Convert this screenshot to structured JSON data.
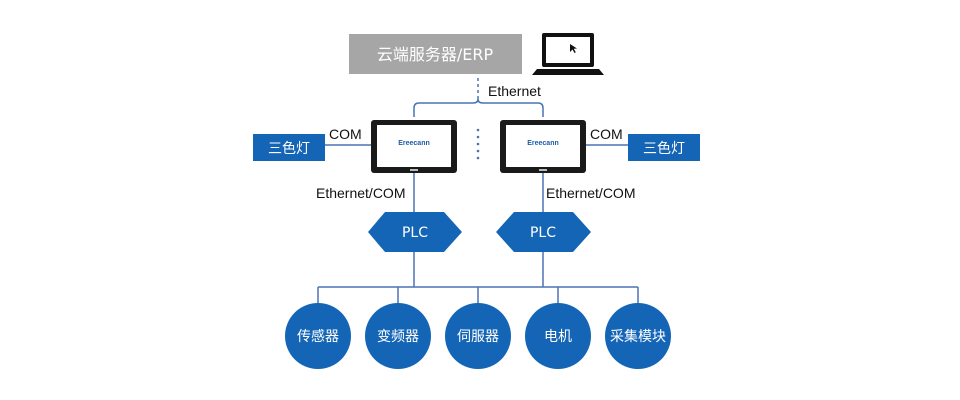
{
  "cloud": {
    "label": "云端服务器/ERP"
  },
  "network": {
    "top_label": "Ethernet",
    "left_com": "COM",
    "right_com": "COM"
  },
  "lamps": {
    "left": "三色灯",
    "right": "三色灯"
  },
  "panels": {
    "left_brand": "Ereecann",
    "right_brand": "Ereecann"
  },
  "links": {
    "left": "Ethernet/COM",
    "right": "Ethernet/COM"
  },
  "plc": {
    "left": "PLC",
    "right": "PLC"
  },
  "devices": [
    "传感器",
    "变频器",
    "伺服器",
    "电机",
    "采集模块"
  ],
  "colors": {
    "blue": "#1565b7",
    "line": "#4a73b5",
    "cloud": "#a6a6a6",
    "panel_frame": "#1a1a1a"
  }
}
